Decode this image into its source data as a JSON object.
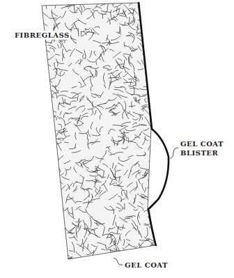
{
  "diagram": {
    "labels": [
      "FIBREGLASS",
      "GEL COAT BLISTER",
      "GEL COAT"
    ]
  }
}
